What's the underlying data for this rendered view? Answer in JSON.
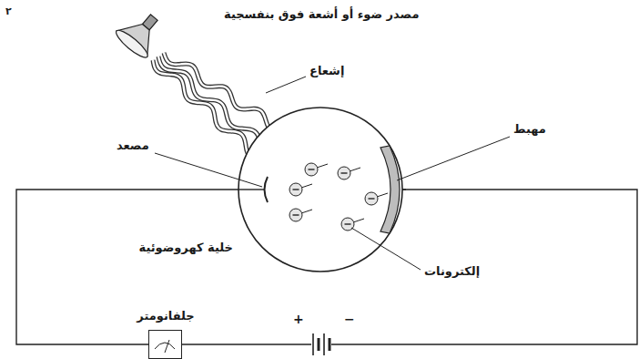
{
  "diagram": {
    "nodes": [
      {
        "text": [
          "خلية كهروضوئية"
        ]
      },
      {
        "text": [
          "جلفانومتر"
        ]
      }
    ],
    "edges": [
      {
        "from": 0,
        "to": 1,
        "arrow": "none"
      }
    ],
    "labels": [
      "مصدر ضوء أو أشعة فوق بنفسجية",
      "إشعاع",
      "مهبط",
      "مصعد",
      "إلكترونات",
      "+",
      "−",
      "٢"
    ]
  }
}
